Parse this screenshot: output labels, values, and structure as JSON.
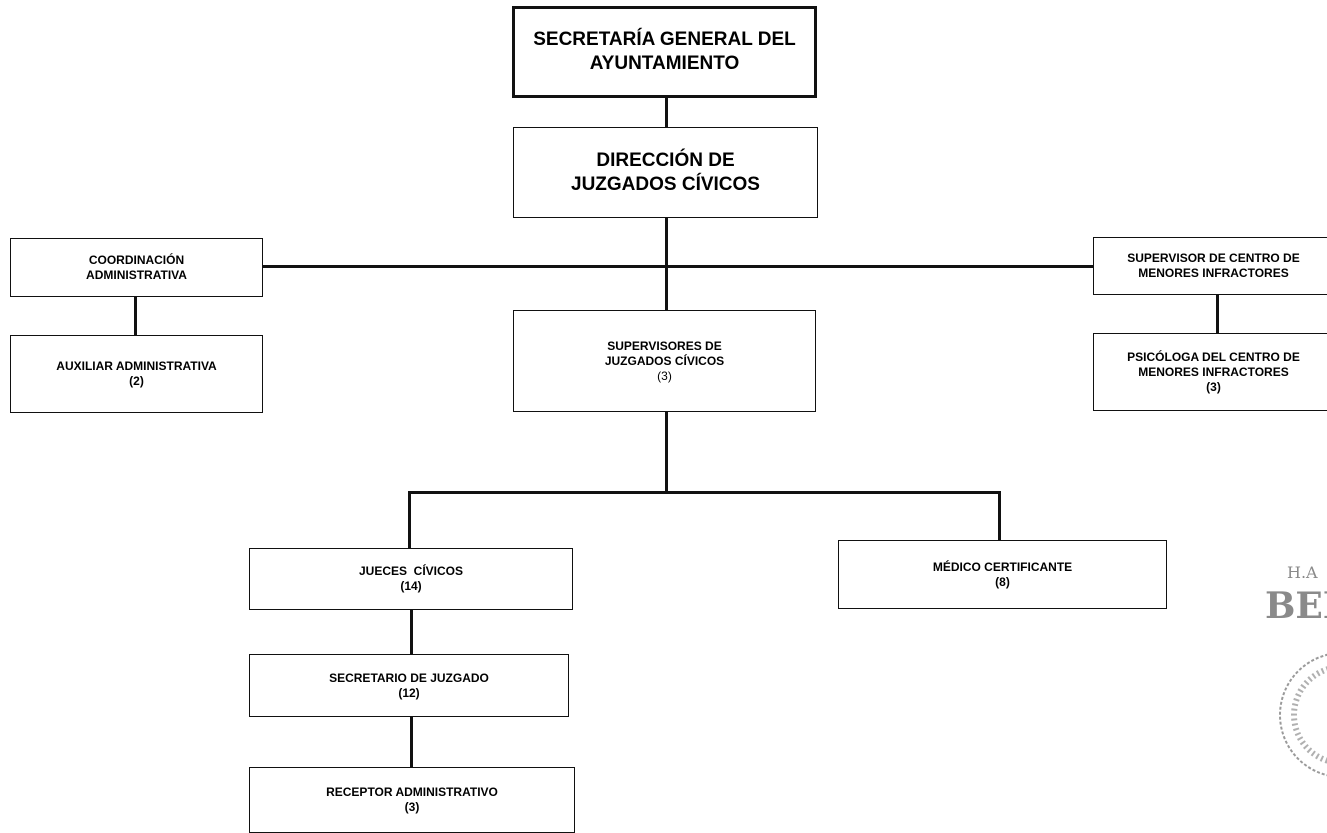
{
  "org_chart": {
    "root": {
      "title": "SECRETARÍA GENERAL DEL\nAYUNTAMIENTO"
    },
    "direccion": {
      "title": "DIRECCIÓN DE\nJUZGADOS CÍVICOS"
    },
    "coordinacion": {
      "title": "COORDINACIÓN\nADMINISTRATIVA"
    },
    "auxiliar": {
      "title": "AUXILIAR ADMINISTRATIVA",
      "count": "(2)"
    },
    "supervisores": {
      "title": "SUPERVISORES DE\nJUZGADOS CÍVICOS",
      "count": "(3)"
    },
    "supervisor_centro": {
      "title": "SUPERVISOR DE CENTRO DE\nMENORES INFRACTORES"
    },
    "psicologa": {
      "title": "PSICÓLOGA DEL CENTRO DE\nMENORES INFRACTORES",
      "count": "(3)"
    },
    "jueces": {
      "title": "JUECES  CÍVICOS",
      "count": "(14)"
    },
    "medico": {
      "title": "MÉDICO CERTIFICANTE",
      "count": "(8)"
    },
    "secretario": {
      "title": "SECRETARIO DE JUZGADO",
      "count": "(12)"
    },
    "receptor": {
      "title": "RECEPTOR ADMINISTRATIVO",
      "count": "(3)"
    }
  },
  "seal": {
    "text_line1": "H.A",
    "text_line2": "BEN"
  },
  "colors": {
    "line": "#111111",
    "seal": "#8a8a8a"
  }
}
